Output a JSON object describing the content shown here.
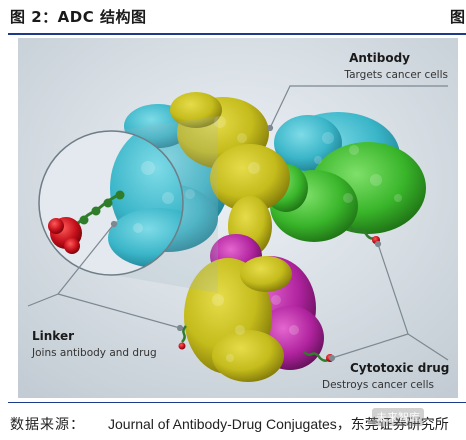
{
  "header": {
    "title": "图 2：ADC 结构图",
    "edge_fragment": "图"
  },
  "figure": {
    "labels": {
      "antibody_title": "Antibody",
      "antibody_sub": "Targets cancer cells",
      "linker_title": "Linker",
      "linker_sub": "Joins antibody and drug",
      "drug_title": "Cytotoxic drug",
      "drug_sub": "Destroys cancer cells"
    },
    "colors": {
      "cyan": "#3bb6c9",
      "olive": "#c4bb1c",
      "green": "#39b52a",
      "magenta": "#b0239e",
      "drug_red": "#c40f1a",
      "linker_green": "#2f7d2a",
      "background": "#d7dfe6"
    }
  },
  "caption": {
    "label": "数据来源：",
    "text": "Journal of Antibody-Drug Conjugates，东莞证券研究所"
  },
  "watermark": {
    "text": "未来智库"
  }
}
